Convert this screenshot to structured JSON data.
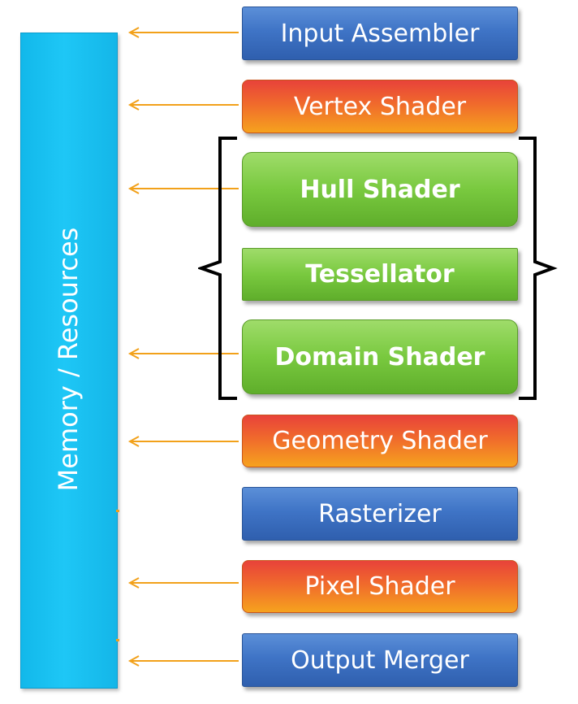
{
  "diagram": {
    "memory_label": "Memory / Resources",
    "stages": [
      {
        "label": "Input Assembler",
        "style": "blue"
      },
      {
        "label": "Vertex Shader",
        "style": "orange"
      },
      {
        "label": "Hull Shader",
        "style": "green"
      },
      {
        "label": "Tessellator",
        "style": "green"
      },
      {
        "label": "Domain Shader",
        "style": "green"
      },
      {
        "label": "Geometry Shader",
        "style": "orange"
      },
      {
        "label": "Rasterizer",
        "style": "blue"
      },
      {
        "label": "Pixel Shader",
        "style": "orange"
      },
      {
        "label": "Output Merger",
        "style": "blue"
      }
    ],
    "colors": {
      "memory": "#1ec7f6",
      "blue_stage": "#3f74c6",
      "orange_stage": "#f06a2c",
      "green_stage": "#79c93f",
      "arrow": "#f2a11a",
      "bracket": "#000000"
    }
  }
}
